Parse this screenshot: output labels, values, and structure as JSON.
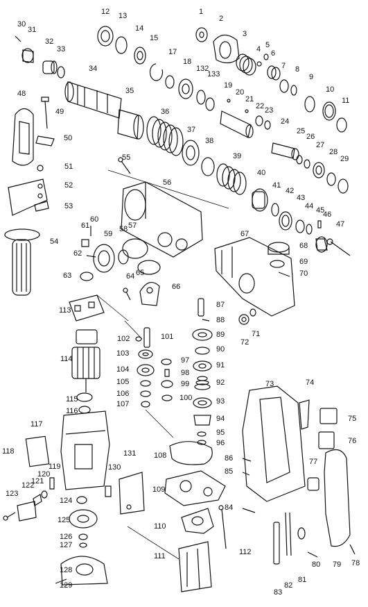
{
  "diagram": {
    "type": "exploded-parts-view",
    "callout_numbers": [
      "1",
      "2",
      "3",
      "4",
      "5",
      "6",
      "7",
      "8",
      "9",
      "10",
      "11",
      "12",
      "13",
      "14",
      "15",
      "17",
      "18",
      "19",
      "20",
      "21",
      "22",
      "23",
      "24",
      "25",
      "26",
      "27",
      "28",
      "29",
      "30",
      "31",
      "32",
      "33",
      "34",
      "35",
      "36",
      "37",
      "38",
      "39",
      "40",
      "41",
      "42",
      "43",
      "44",
      "45",
      "46",
      "47",
      "48",
      "49",
      "50",
      "51",
      "52",
      "53",
      "54",
      "55",
      "56",
      "57",
      "58",
      "59",
      "60",
      "61",
      "62",
      "63",
      "64",
      "65",
      "66",
      "67",
      "68",
      "69",
      "70",
      "71",
      "72",
      "73",
      "74",
      "75",
      "76",
      "77",
      "78",
      "79",
      "80",
      "81",
      "82",
      "83",
      "84",
      "85",
      "86",
      "87",
      "88",
      "89",
      "90",
      "91",
      "92",
      "93",
      "94",
      "95",
      "96",
      "97",
      "98",
      "99",
      "100",
      "101",
      "102",
      "103",
      "104",
      "105",
      "106",
      "107",
      "108",
      "109",
      "110",
      "111",
      "112",
      "113",
      "114",
      "115",
      "116",
      "117",
      "118",
      "119",
      "120",
      "121",
      "122",
      "123",
      "124",
      "125",
      "126",
      "127",
      "128",
      "129",
      "130",
      "131",
      "132",
      "133"
    ]
  }
}
